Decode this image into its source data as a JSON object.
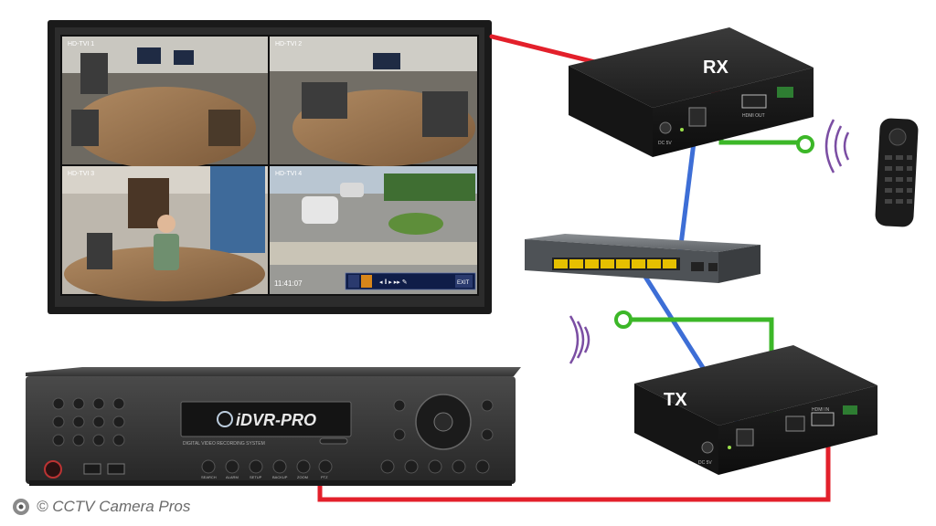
{
  "receiver": {
    "label": "RX",
    "power_label": "DC 5V",
    "port_label": "HDMI OUT"
  },
  "transmitter": {
    "label": "TX",
    "power_label": "DC 5V",
    "port_label": "HDMI IN"
  },
  "dvr": {
    "brand": "iDVR-PRO",
    "subtitle": "DIGITAL VIDEO RECORDING SYSTEM",
    "bottom_buttons": [
      "SEARCH",
      "ALARM",
      "SETUP",
      "BACKUP",
      "ZOOM",
      "PTZ"
    ]
  },
  "monitor": {
    "cameras": [
      {
        "name": "HD-TVI 1",
        "tile": "office-left"
      },
      {
        "name": "HD-TVI 2",
        "tile": "office-right"
      },
      {
        "name": "HD-TVI 3",
        "tile": "room-person"
      },
      {
        "name": "HD-TVI 4",
        "tile": "parking-lot"
      }
    ],
    "timestamp": "11:41:07",
    "playback_exit_label": "EXIT"
  },
  "cables": {
    "hdmi_color": "#e3202b",
    "network_color": "#3d6ed6",
    "ir_color": "#3cb728"
  },
  "credit": {
    "text": "© CCTV Camera Pros",
    "icon": "camera-pros-logo-icon"
  }
}
